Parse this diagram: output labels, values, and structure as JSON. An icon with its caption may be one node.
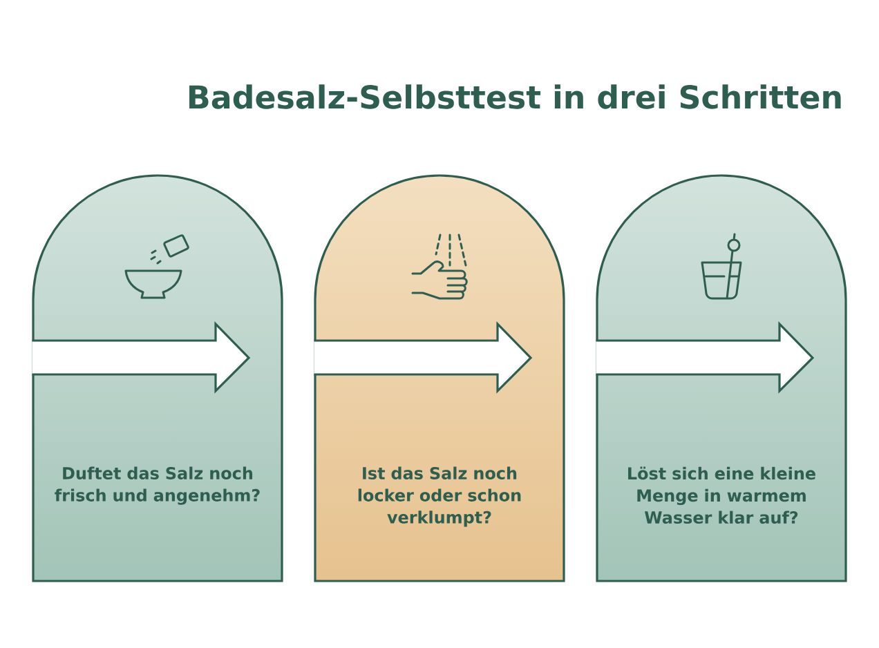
{
  "diagram": {
    "title": "Badesalz-Selbsttest in drei Schritten",
    "nodes": [
      {
        "text": [
          "Duftet das Salz noch frisch und angenehm?"
        ]
      },
      {
        "text": [
          "Ist das Salz noch locker oder schon verklumpt?"
        ]
      },
      {
        "text": [
          "Löst sich eine kleine Menge in warmem Wasser klar auf?"
        ]
      }
    ]
  }
}
